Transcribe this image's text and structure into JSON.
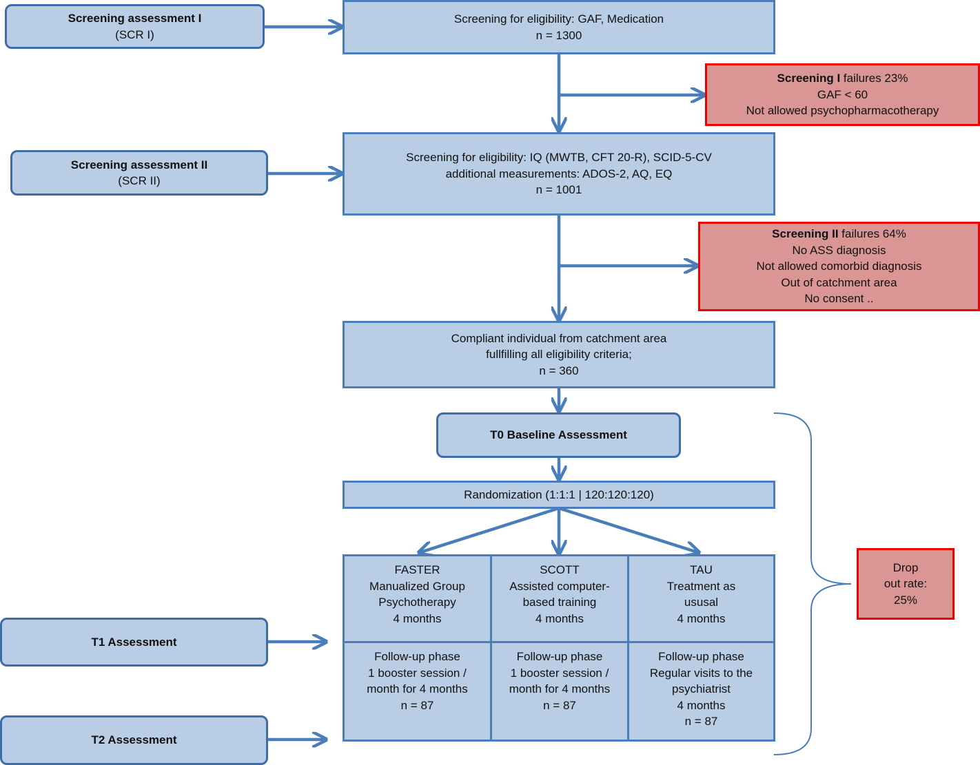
{
  "screening1": {
    "side_title": "Screening assessment I",
    "side_sub": "(SCR I)",
    "line1": "Screening for eligibility:  GAF, Medication",
    "n": "n = 1300"
  },
  "failures1": {
    "title_bold": "Screening I",
    "title_rest": " failures 23%",
    "items": [
      "GAF < 60",
      "Not allowed psychopharmacotherapy"
    ]
  },
  "screening2": {
    "side_title": "Screening assessment II",
    "side_sub": "(SCR II)",
    "line1": "Screening for eligibility:  IQ (MWTB, CFT 20-R), SCID-5-CV",
    "line2": "additional measurements: ADOS-2, AQ, EQ",
    "n": "n = 1001"
  },
  "failures2": {
    "title_bold": "Screening II",
    "title_rest": " failures 64%",
    "items": [
      "No ASS diagnosis",
      "Not allowed comorbid diagnosis",
      "Out of catchment area",
      "No consent .."
    ]
  },
  "compliant": {
    "line1": "Compliant individual from catchment area",
    "line2": "fullfilling all eligibility criteria;",
    "n": "n = 360"
  },
  "baseline": {
    "label": "T0 Baseline Assessment"
  },
  "randomization": {
    "label": "Randomization (1:1:1 | 120:120:120)"
  },
  "arms": [
    {
      "treatment": [
        "FASTER",
        "Manualized Group",
        "Psychotherapy",
        "4 months"
      ],
      "followup": [
        "Follow-up phase",
        "1 booster session /",
        "month for 4 months",
        "n = 87"
      ]
    },
    {
      "treatment": [
        "SCOTT",
        "Assisted computer-",
        "based training",
        "4 months"
      ],
      "followup": [
        "Follow-up phase",
        "1 booster session /",
        "month for 4 months",
        "n = 87"
      ]
    },
    {
      "treatment": [
        "TAU",
        "Treatment as",
        "ususal",
        "4 months"
      ],
      "followup": [
        "Follow-up phase",
        "Regular visits to the",
        "psychiatrist",
        "4 months",
        "n = 87"
      ]
    }
  ],
  "t1": {
    "label": "T1 Assessment"
  },
  "t2": {
    "label": "T2 Assessment"
  },
  "dropout": {
    "lines": [
      "Drop",
      "out rate:",
      "25%"
    ]
  },
  "colors": {
    "box_fill": "#b9cde5",
    "box_border": "#4a7ebb",
    "arrow": "#4a7ebb",
    "failure_fill": "#da9694",
    "failure_border": "#ee0000"
  }
}
